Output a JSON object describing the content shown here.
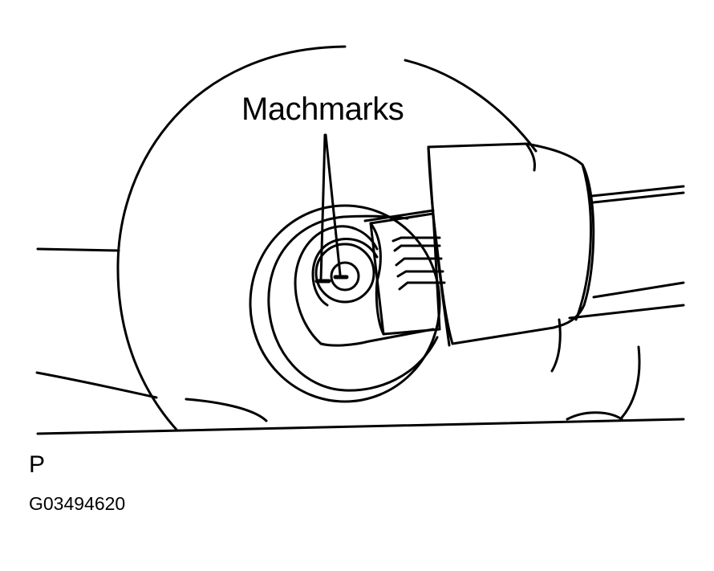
{
  "diagram": {
    "callout_label": "Machmarks",
    "view_letter": "P",
    "figure_code": "G03494620"
  }
}
